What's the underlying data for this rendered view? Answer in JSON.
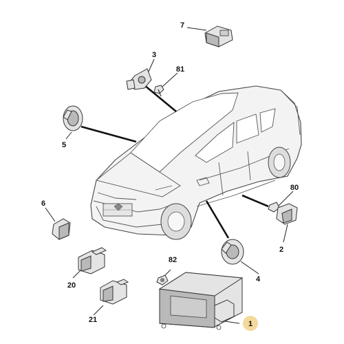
{
  "callouts": {
    "c1": "1",
    "c2": "2",
    "c3": "3",
    "c4": "4",
    "c5": "5",
    "c6": "6",
    "c7": "7",
    "c20": "20",
    "c21": "21",
    "c80": "80",
    "c81": "81",
    "c82": "82"
  },
  "highlight_color": "#f3d99a"
}
